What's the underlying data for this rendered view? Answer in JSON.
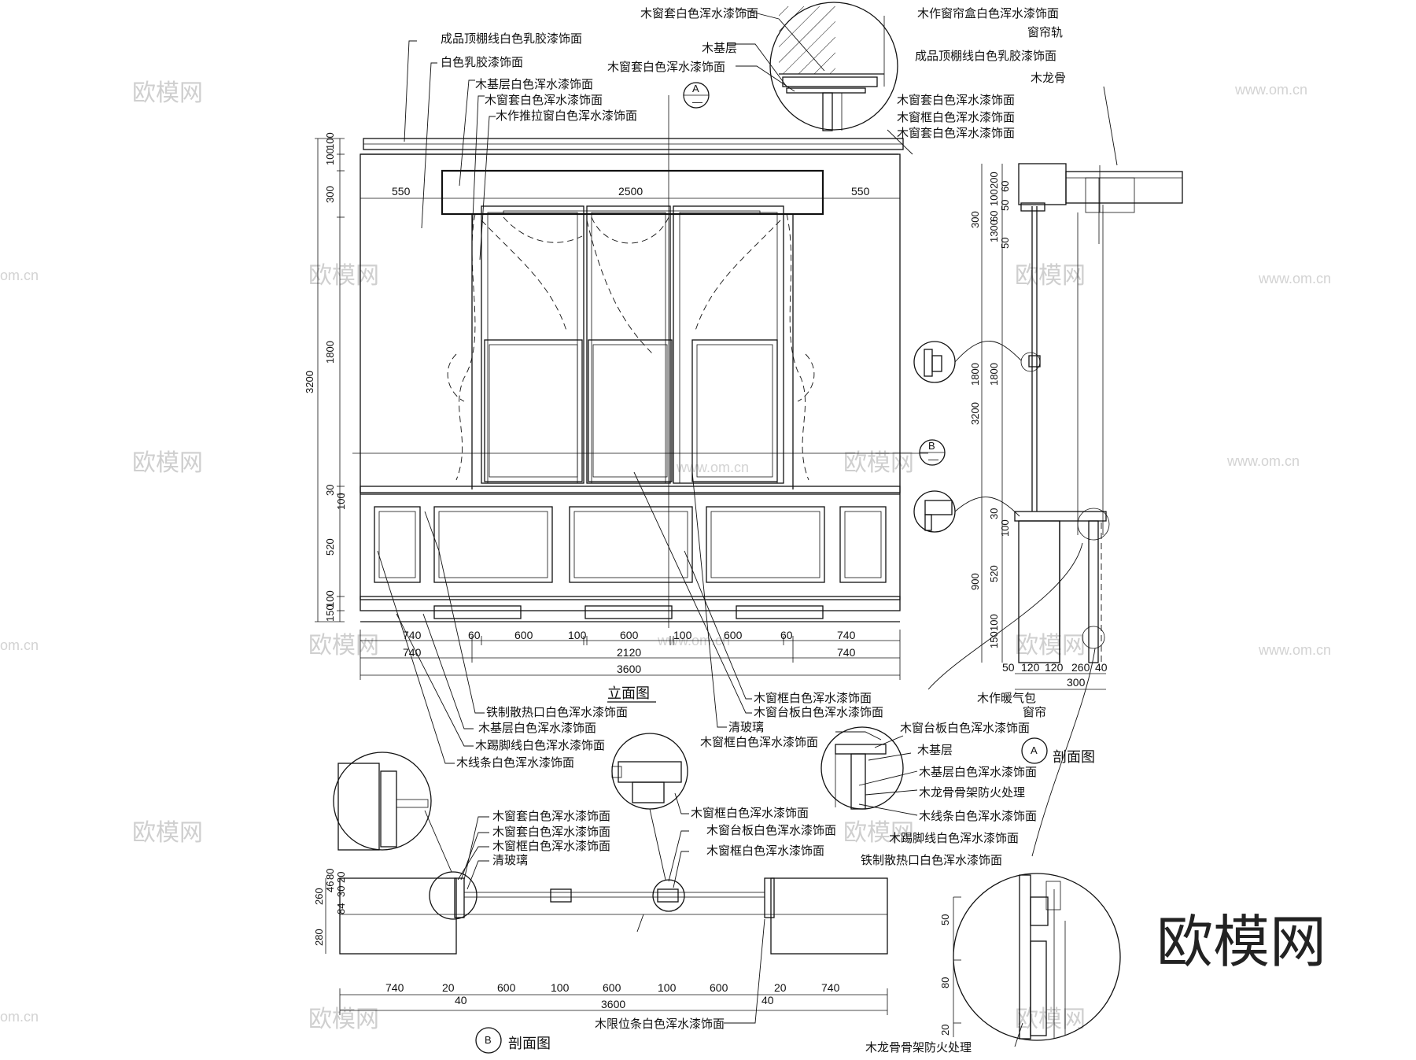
{
  "elevation_title": "立面图",
  "section_a_title": "剖面图",
  "section_b_title": "剖面图",
  "marker_a": "A",
  "marker_b": "B",
  "marker_dash": "—",
  "labels": {
    "ceiling_line": "成品顶棚线白色乳胶漆饰面",
    "white_latex": "白色乳胶漆饰面",
    "wood_base_white": "木基层白色浑水漆饰面",
    "wood_casing_white": "木窗套白色浑水漆饰面",
    "sliding_window": "木作推拉窗白色浑水漆饰面",
    "radiator_vent": "铁制散热口白色浑水漆饰面",
    "wood_base_layer_white": "木基层白色浑水漆饰面",
    "skirting": "木踢脚线白色浑水漆饰面",
    "wood_strip": "木线条白色浑水漆饰面",
    "frame_white": "木窗框白色浑水漆饰面",
    "sill_white": "木窗台板白色浑水漆饰面",
    "clear_glass": "清玻璃",
    "top_casing": "木窗套白色浑水漆饰面",
    "wood_base": "木基层",
    "top_casing2": "木窗套白色浑水漆饰面",
    "curtain_box": "木作窗帘盒白色浑水漆饰面",
    "curtain_rail": "窗帘轨",
    "ceiling_line_r": "成品顶棚线白色乳胶漆饰面",
    "wood_keel": "木龙骨",
    "r_casing": "木窗套白色浑水漆饰面",
    "r_frame": "木窗框白色浑水漆饰面",
    "r_casing2": "木窗套白色浑水漆饰面",
    "radiator_box": "木作暖气包",
    "curtain": "窗帘",
    "d_sill": "木窗台板白色浑水漆饰面",
    "d_base": "木基层",
    "d_base_white": "木基层白色浑水漆饰面",
    "d_keel_fire": "木龙骨骨架防火处理",
    "d_strip": "木线条白色浑水漆饰面",
    "d_skirting": "木踢脚线白色浑水漆饰面",
    "d_vent": "铁制散热口白色浑水漆饰面",
    "d_keel_fire2": "木龙骨骨架防火处理",
    "b_casing1": "木窗套白色浑水漆饰面",
    "b_casing2": "木窗套白色浑水漆饰面",
    "b_frame": "木窗框白色浑水漆饰面",
    "b_glass": "清玻璃",
    "b_frame_top": "木窗框白色浑水漆饰面",
    "b_frame_mid": "木窗框白色浑水漆饰面",
    "b_sill": "木窗台板白色浑水漆饰面",
    "b_frame2": "木窗框白色浑水漆饰面",
    "b_stop": "木限位条白色浑水漆饰面"
  },
  "elev_dims": {
    "top_550l": "550",
    "top_2500": "2500",
    "top_550r": "550",
    "left_vert": [
      "100",
      "100",
      "300",
      "1800",
      "30",
      "100",
      "520",
      "100",
      "150"
    ],
    "left_total": "3200",
    "bottom_row1": [
      "740",
      "60",
      "600",
      "100",
      "600",
      "100",
      "600",
      "60",
      "740"
    ],
    "bottom_row2": [
      "740",
      "2120",
      "740"
    ],
    "bottom_total": "3600"
  },
  "sect_a_dims": {
    "vert_left": [
      "200",
      "100",
      "300",
      "1800",
      "30",
      "100",
      "520",
      "100",
      "150"
    ],
    "vert_left_b": [
      "60",
      "60",
      "50",
      "1300",
      "50"
    ],
    "vert_outer": [
      "3200",
      "900"
    ],
    "bottom": [
      "50",
      "120",
      "120",
      "260",
      "40"
    ],
    "bottom_total": "300"
  },
  "detail_dims": [
    "50",
    "80",
    "20"
  ],
  "sect_b_dims": {
    "vert": [
      "260",
      "46",
      "80",
      "84",
      "30",
      "20",
      "280"
    ],
    "row1": [
      "740",
      "20",
      "600",
      "100",
      "600",
      "100",
      "600",
      "20",
      "740"
    ],
    "row_40a": "40",
    "row_40b": "40",
    "total": "3600"
  },
  "watermark": "欧模网",
  "watermark_url": "www.om.cn",
  "watermark_short": "om.cn",
  "logo": "欧模网"
}
